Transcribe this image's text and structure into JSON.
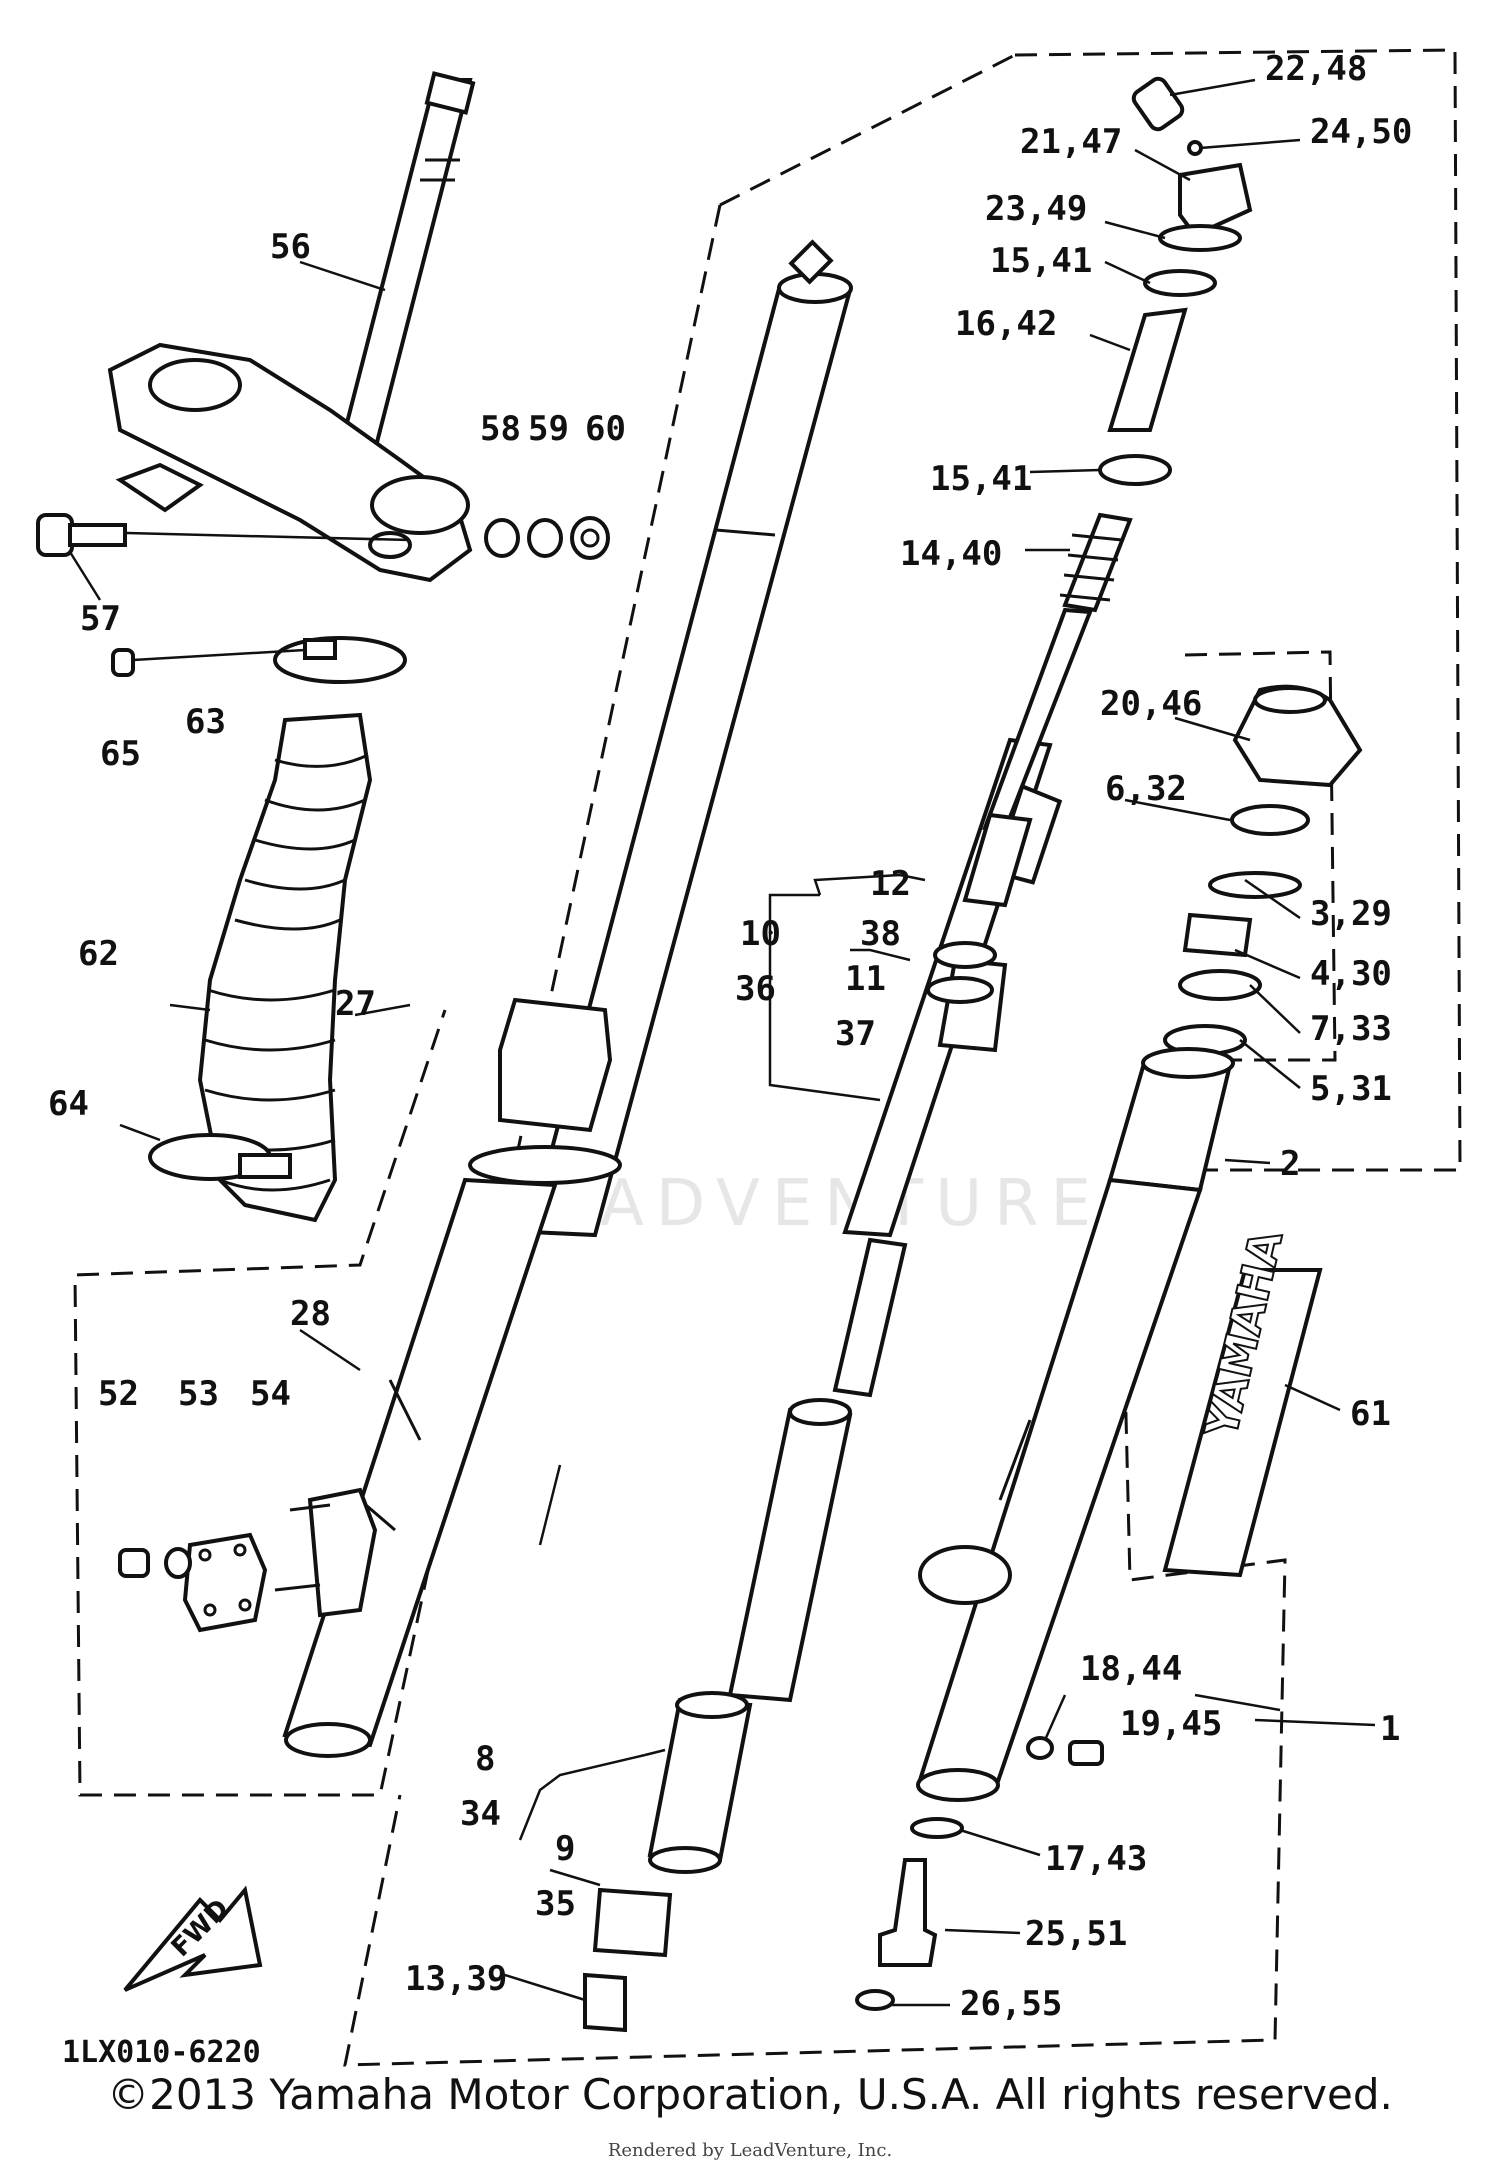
{
  "diagram": {
    "code": "1LX010-6220",
    "fwd_label": "FWD",
    "brand_decal": "YAMAHA",
    "watermark": "LEADVENTURE"
  },
  "labels": [
    {
      "id": "56",
      "text": "56"
    },
    {
      "id": "57",
      "text": "57"
    },
    {
      "id": "58",
      "text": "58"
    },
    {
      "id": "59",
      "text": "59"
    },
    {
      "id": "60",
      "text": "60"
    },
    {
      "id": "63",
      "text": "63"
    },
    {
      "id": "65",
      "text": "65"
    },
    {
      "id": "62",
      "text": "62"
    },
    {
      "id": "27",
      "text": "27"
    },
    {
      "id": "64",
      "text": "64"
    },
    {
      "id": "28",
      "text": "28"
    },
    {
      "id": "52",
      "text": "52"
    },
    {
      "id": "53",
      "text": "53"
    },
    {
      "id": "54",
      "text": "54"
    },
    {
      "id": "22_48",
      "text": "22,48"
    },
    {
      "id": "24_50",
      "text": "24,50"
    },
    {
      "id": "21_47",
      "text": "21,47"
    },
    {
      "id": "23_49",
      "text": "23,49"
    },
    {
      "id": "15_41a",
      "text": "15,41"
    },
    {
      "id": "16_42",
      "text": "16,42"
    },
    {
      "id": "15_41b",
      "text": "15,41"
    },
    {
      "id": "14_40",
      "text": "14,40"
    },
    {
      "id": "20_46",
      "text": "20,46"
    },
    {
      "id": "6_32",
      "text": "6,32"
    },
    {
      "id": "3_29",
      "text": "3,29"
    },
    {
      "id": "4_30",
      "text": "4,30"
    },
    {
      "id": "7_33",
      "text": "7,33"
    },
    {
      "id": "5_31",
      "text": "5,31"
    },
    {
      "id": "2",
      "text": "2"
    },
    {
      "id": "61",
      "text": "61"
    },
    {
      "id": "12",
      "text": "12"
    },
    {
      "id": "38",
      "text": "38"
    },
    {
      "id": "10",
      "text": "10"
    },
    {
      "id": "36",
      "text": "36"
    },
    {
      "id": "11",
      "text": "11"
    },
    {
      "id": "37",
      "text": "37"
    },
    {
      "id": "18_44",
      "text": "18,44"
    },
    {
      "id": "19_45",
      "text": "19,45"
    },
    {
      "id": "1",
      "text": "1"
    },
    {
      "id": "8",
      "text": "8"
    },
    {
      "id": "34",
      "text": "34"
    },
    {
      "id": "9",
      "text": "9"
    },
    {
      "id": "35",
      "text": "35"
    },
    {
      "id": "17_43",
      "text": "17,43"
    },
    {
      "id": "25_51",
      "text": "25,51"
    },
    {
      "id": "13_39",
      "text": "13,39"
    },
    {
      "id": "26_55",
      "text": "26,55"
    }
  ],
  "footer": {
    "copyright": "©2013 Yamaha Motor Corporation, U.S.A. All rights reserved.",
    "rendered_by": "Rendered by LeadVenture, Inc."
  }
}
